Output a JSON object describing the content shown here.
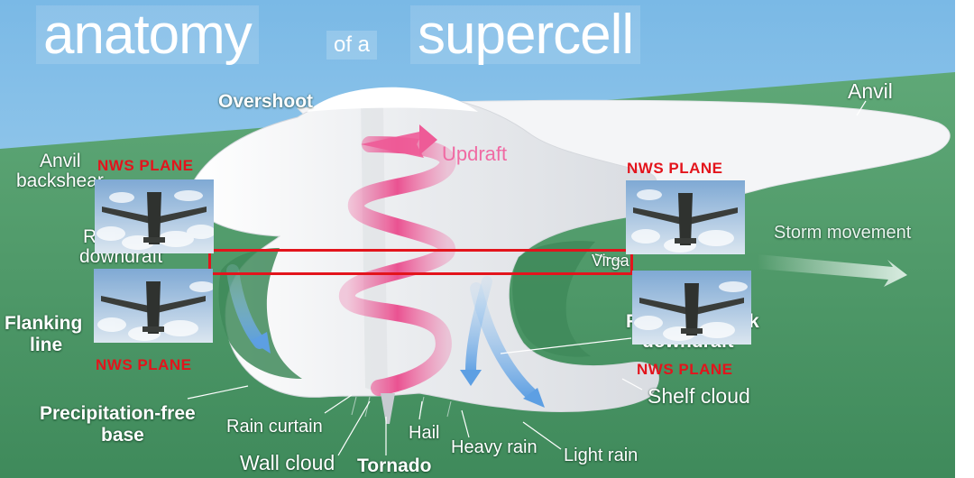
{
  "title": {
    "part1": "anatomy",
    "part2": "of a",
    "part3": "supercell"
  },
  "labels": {
    "overshoot": "Overshoot",
    "anvil": "Anvil",
    "updraft": "Updraft",
    "anvil_backshear_1": "Anvil",
    "anvil_backshear_2": "backshear",
    "rear_flank_1": "R",
    "rear_flank_2": "downdraft",
    "flanking_1": "Flanking",
    "flanking_2": "line",
    "storm_movement": "Storm movement",
    "virga": "Virga",
    "forward_flank_1": "F",
    "forward_flank_2": "k",
    "forward_flank_3": "downdraft",
    "shelf_cloud": "Shelf cloud",
    "precip_free_1": "Precipitation-free",
    "precip_free_2": "base",
    "rain_curtain": "Rain curtain",
    "wall_cloud": "Wall cloud",
    "tornado": "Tornado",
    "hail": "Hail",
    "heavy_rain": "Heavy rain",
    "light_rain": "Light rain"
  },
  "overlays": {
    "plane_label": "NWS PLANE",
    "plane_tl": "NWS PLANE",
    "plane_bl": "NWS PLANE",
    "plane_tr": "NWS PLANE",
    "plane_br": "NWS PLANE"
  },
  "colors": {
    "sky": "#8fc6ea",
    "ground": "#4e9a67",
    "cloud": "#f1f2f4",
    "updraft": "#ee5b97",
    "downdraft": "#6aa8e4",
    "overlay_red": "#e3141c"
  }
}
